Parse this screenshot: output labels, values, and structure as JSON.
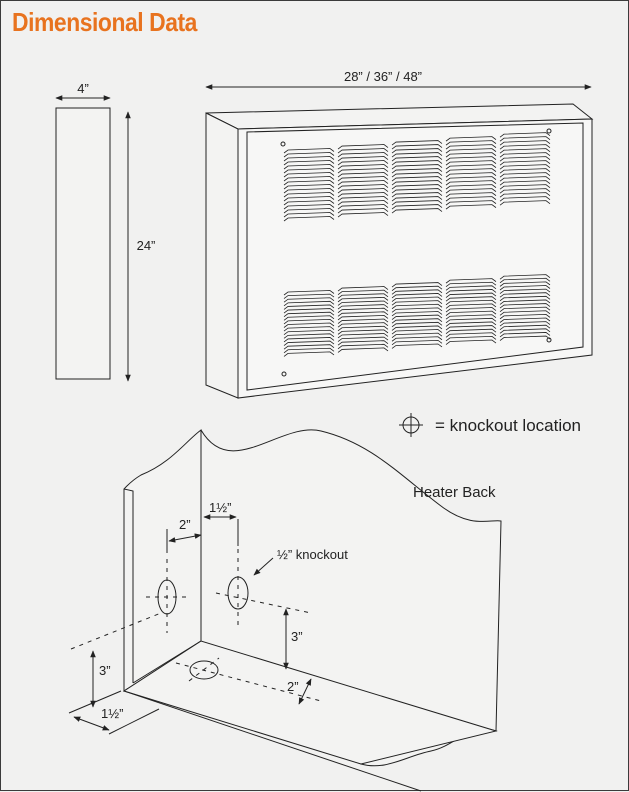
{
  "title": "Dimensional Data",
  "front_view": {
    "width_label": "28” / 36” / 48”",
    "height_label": "24”",
    "depth_label": "4”"
  },
  "legend": {
    "text": "= knockout location"
  },
  "back_view": {
    "heater_back_label": "Heater Back",
    "knockout_label": "½” knockout",
    "dim_side_2": "2”",
    "dim_side_1_5": "1½”",
    "dim_back_3": "3”",
    "dim_bottom_2": "2”",
    "dim_left_3": "3”",
    "dim_left_1_5": "1½”"
  }
}
